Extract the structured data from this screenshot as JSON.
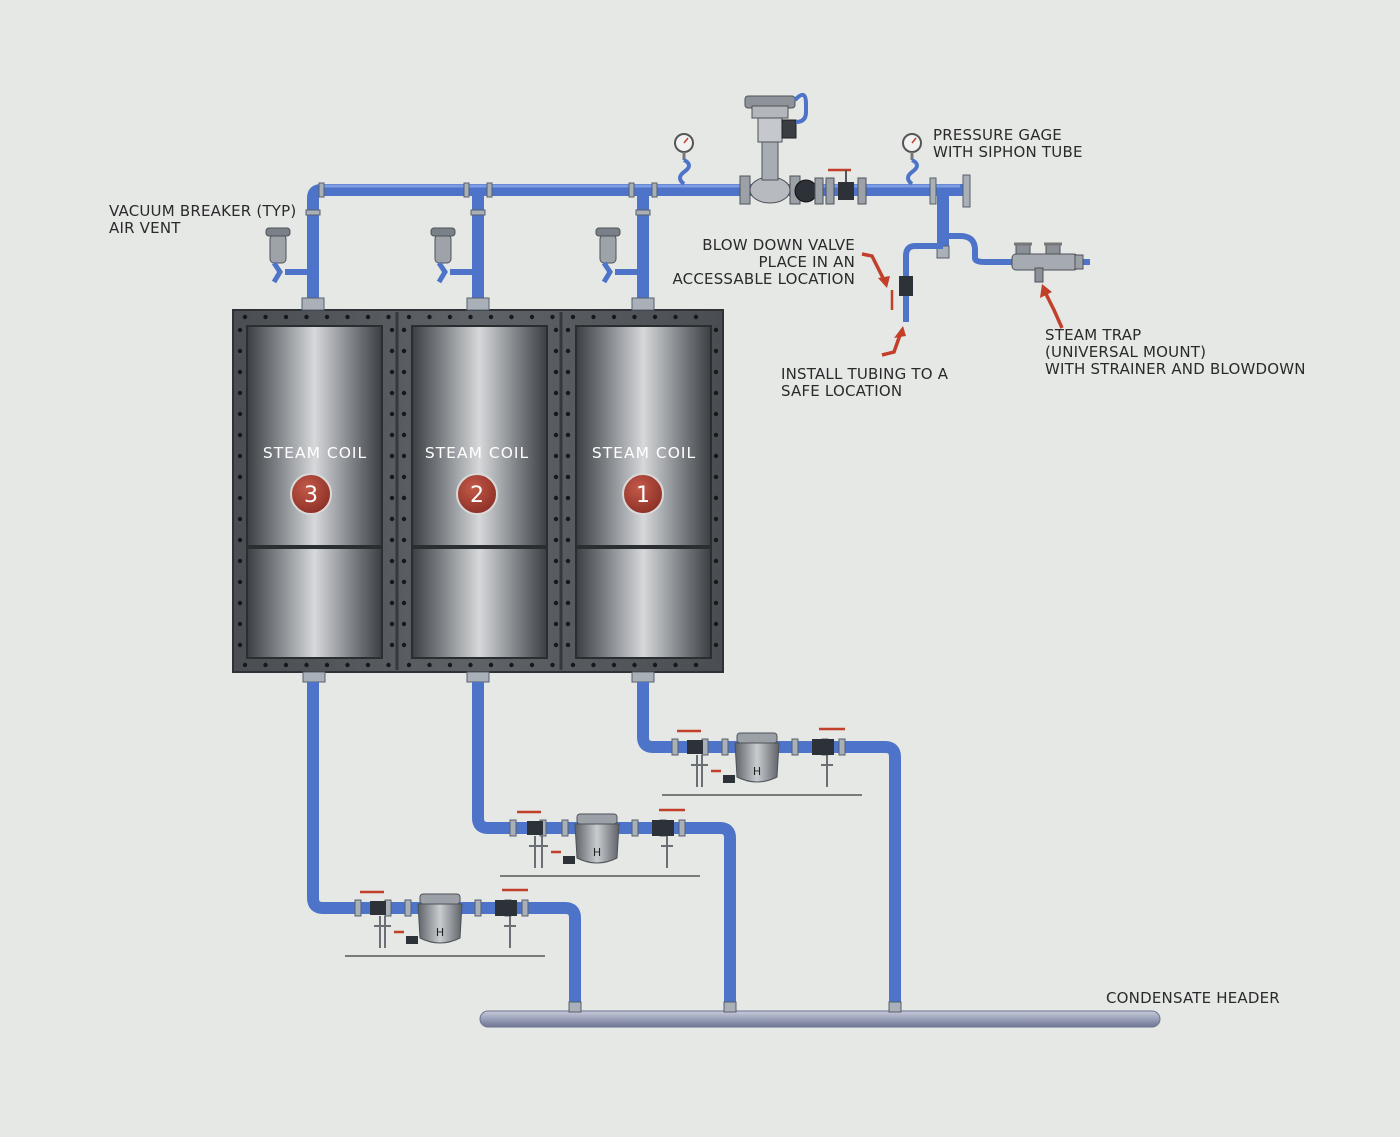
{
  "labels": {
    "vacuum_breaker_line1": "VACUUM BREAKER (TYP)",
    "vacuum_breaker_line2": "AIR VENT",
    "pressure_gage_line1": "PRESSURE GAGE",
    "pressure_gage_line2": "WITH SIPHON TUBE",
    "blow_down_line1": "BLOW DOWN VALVE",
    "blow_down_line2": "PLACE IN AN",
    "blow_down_line3": "ACCESSABLE LOCATION",
    "install_tubing_line1": "INSTALL TUBING TO A",
    "install_tubing_line2": "SAFE LOCATION",
    "steam_trap_line1": "STEAM TRAP",
    "steam_trap_line2": "(UNIVERSAL MOUNT)",
    "steam_trap_line3": "WITH STRAINER AND BLOWDOWN",
    "condensate_header": "CONDENSATE HEADER"
  },
  "coils": [
    {
      "title": "STEAM COIL",
      "number": "3"
    },
    {
      "title": "STEAM COIL",
      "number": "2"
    },
    {
      "title": "STEAM COIL",
      "number": "1"
    }
  ],
  "colors": {
    "background": "#e6e8e6",
    "pipe": "#4d74c9",
    "badge": "#a13a2e",
    "arrow": "#c2402a",
    "coil_frame": "#5a5e63"
  },
  "icons": [
    "pressure-gauge-icon",
    "control-valve-icon",
    "vacuum-breaker-icon",
    "steam-trap-icon",
    "ball-valve-icon"
  ]
}
